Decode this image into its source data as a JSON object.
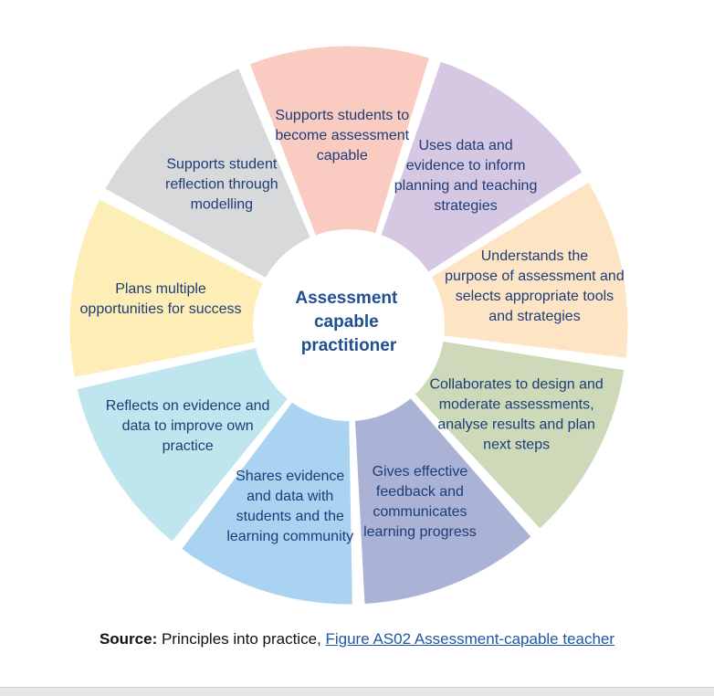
{
  "center": {
    "lines": [
      "Assessment",
      "capable",
      "practitioner"
    ]
  },
  "segments": [
    {
      "name": "segment-supports-students-assessment-capable",
      "color": "#f9cbc1",
      "lines": [
        "Supports students to",
        "become assessment",
        "capable"
      ]
    },
    {
      "name": "segment-uses-data-evidence",
      "color": "#d6c8e3",
      "lines": [
        "Uses data and",
        "evidence to inform",
        "planning and teaching",
        "strategies"
      ]
    },
    {
      "name": "segment-understands-purpose",
      "color": "#fde4c4",
      "lines": [
        "Understands the",
        "purpose of assessment and",
        "selects appropriate tools",
        "and strategies"
      ]
    },
    {
      "name": "segment-collaborates",
      "color": "#cdd9b8",
      "lines": [
        "Collaborates to design and",
        "moderate assessments,",
        "analyse results and plan",
        "next steps"
      ]
    },
    {
      "name": "segment-gives-feedback",
      "color": "#aab3d6",
      "lines": [
        "Gives effective",
        "feedback and",
        "communicates",
        "learning progress"
      ]
    },
    {
      "name": "segment-shares-evidence",
      "color": "#a9d3f0",
      "lines": [
        "Shares evidence",
        "and data with",
        "students and the",
        "learning community"
      ]
    },
    {
      "name": "segment-reflects-on-evidence",
      "color": "#bfe5ee",
      "lines": [
        "Reflects on evidence and",
        "data to improve own",
        "practice"
      ]
    },
    {
      "name": "segment-plans-multiple",
      "color": "#fdedb6",
      "lines": [
        "Plans multiple",
        "opportunities for success"
      ]
    },
    {
      "name": "segment-supports-reflection",
      "color": "#d8d9db",
      "lines": [
        "Supports student",
        "reflection through",
        "modelling"
      ]
    }
  ],
  "caption": {
    "label": "Source:",
    "text": " Principles into practice, ",
    "link": "Figure AS02 Assessment-capable teacher"
  }
}
